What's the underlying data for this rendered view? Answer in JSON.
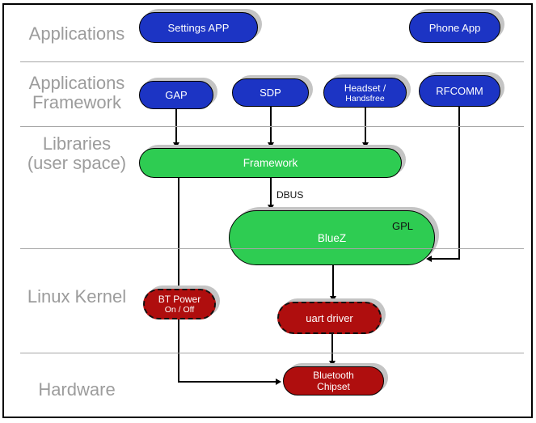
{
  "colors": {
    "node_blue": "#1c34c4",
    "node_green": "#2ecc52",
    "node_red": "#af0e0e",
    "layer_label_gray": "#9c9c9c",
    "divider_gray": "#a6a6a6",
    "pill_shadow": "#c4c4c4",
    "connector": "#000000"
  },
  "layers": {
    "applications": {
      "line1": "Applications"
    },
    "app_framework": {
      "line1": "Applications",
      "line2": "Framework"
    },
    "libraries": {
      "line1": "Libraries",
      "line2": "(user space)"
    },
    "linux_kernel": {
      "line1": "Linux Kernel"
    },
    "hardware": {
      "line1": "Hardware"
    }
  },
  "nodes": {
    "settings_app": {
      "label": "Settings APP"
    },
    "phone_app": {
      "label": "Phone App"
    },
    "gap": {
      "label": "GAP"
    },
    "sdp": {
      "label": "SDP"
    },
    "headset": {
      "line1": "Headset /",
      "line2": "Handsfree"
    },
    "rfcomm": {
      "label": "RFCOMM"
    },
    "framework": {
      "label": "Framework"
    },
    "bluez": {
      "label": "BlueZ",
      "badge": "GPL"
    },
    "bt_power": {
      "line1": "BT Power",
      "line2": "On / Off"
    },
    "uart_driver": {
      "label": "uart driver"
    },
    "bluetooth_chipset": {
      "line1": "Bluetooth",
      "line2": "Chipset"
    }
  },
  "edges": {
    "dbus_label": "DBUS"
  }
}
